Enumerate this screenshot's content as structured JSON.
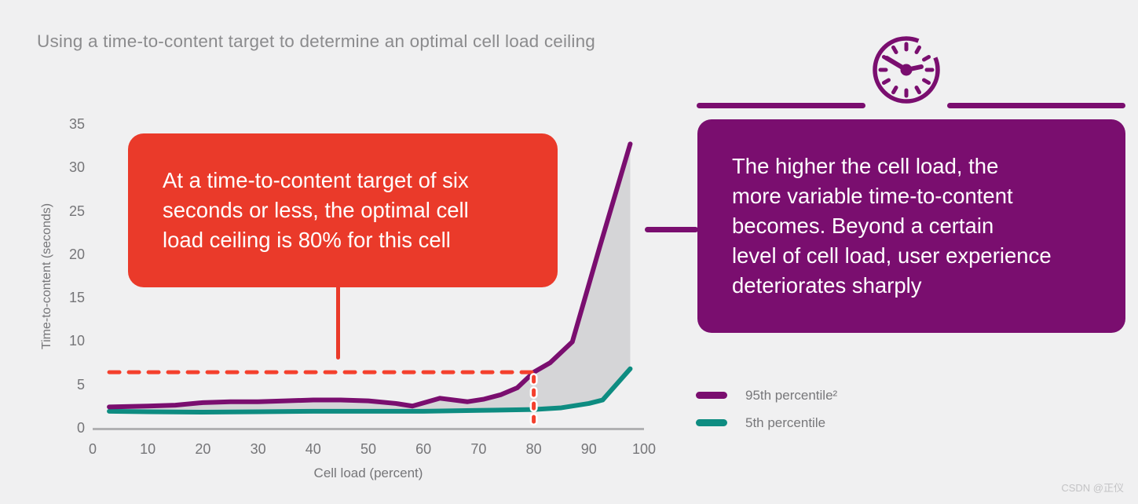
{
  "title": "Using a time-to-content target to determine an optimal cell load ceiling",
  "watermark": "CSDN @正仪",
  "colors": {
    "background": "#F0F0F1",
    "purple": "#7A0E6F",
    "red": "#EA3A2A",
    "red_dash": "#F4402D",
    "teal": "#0E8C81",
    "fill": "#D5D5D7",
    "axis_line": "#B1B1B3",
    "axis_text": "#757578",
    "title_text": "#8B8B8D",
    "legend_text": "#77777A",
    "watermark_text": "#C3C3C5",
    "halo": "#F0F0F1"
  },
  "icons": {
    "clock": "clock-icon"
  },
  "annotations": {
    "red_callout": "At a time-to-content target of six\nseconds or less, the optimal cell\nload ceiling is 80% for this cell",
    "purple_callout": "The higher the cell load, the\nmore variable time-to-content\nbecomes. Beyond a certain\nlevel of cell load, user experience\ndeteriorates sharply"
  },
  "legend": {
    "items": [
      {
        "label": "95th percentile²",
        "color": "#7A0E6F"
      },
      {
        "label": "5th percentile",
        "color": "#0E8C81"
      }
    ]
  },
  "chart_data": {
    "type": "line",
    "title": "Using a time-to-content target to determine an optimal cell load ceiling",
    "xlabel": "Cell load (percent)",
    "ylabel": "Time-to-content (seconds)",
    "xlim": [
      0,
      100
    ],
    "ylim": [
      0,
      35
    ],
    "xticks": [
      0,
      10,
      20,
      30,
      40,
      50,
      60,
      70,
      80,
      90,
      100
    ],
    "yticks": [
      0,
      5,
      10,
      15,
      20,
      25,
      30,
      35
    ],
    "grid": false,
    "legend_position": "right-bottom",
    "fill_between_series": true,
    "target_line": {
      "y": 6.5,
      "x_marker": 80,
      "style": "dashed"
    },
    "series": [
      {
        "name": "95th percentile",
        "color": "#7A0E6F",
        "x": [
          3,
          10,
          15,
          20,
          25,
          30,
          35,
          40,
          45,
          50,
          55,
          58,
          63,
          68,
          71,
          74,
          77,
          80,
          83,
          87,
          92,
          97.5
        ],
        "y": [
          2.5,
          2.6,
          2.7,
          3.0,
          3.1,
          3.1,
          3.2,
          3.3,
          3.3,
          3.2,
          2.9,
          2.6,
          3.5,
          3.1,
          3.4,
          3.9,
          4.7,
          6.5,
          7.6,
          10.0,
          21.0,
          32.8
        ]
      },
      {
        "name": "5th percentile",
        "color": "#0E8C81",
        "x": [
          3,
          10,
          20,
          30,
          40,
          50,
          60,
          70,
          80,
          85,
          90,
          92.5,
          97.5
        ],
        "y": [
          2.0,
          1.95,
          1.9,
          1.95,
          2.0,
          2.0,
          2.0,
          2.1,
          2.2,
          2.4,
          2.9,
          3.3,
          6.9
        ]
      }
    ]
  }
}
